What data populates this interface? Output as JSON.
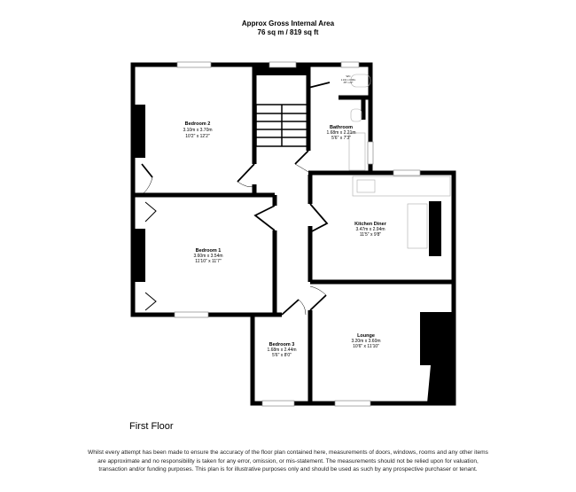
{
  "header": {
    "title": "Approx Gross Internal Area",
    "area": "76 sq m / 819 sq ft"
  },
  "rooms": [
    {
      "name": "Bedroom 2",
      "metric": "3.10m x 3.70m",
      "imperial": "10'2\" x 12'2\""
    },
    {
      "name": "Bathroom",
      "metric": "1.68m x 2.21m",
      "imperial": "5'6\" x 7'3\""
    },
    {
      "name": "WC",
      "metric": "1.13m x 0.66m",
      "imperial": "3'8\" x 2'2\""
    },
    {
      "name": "Kitchen Diner",
      "metric": "3.47m x 2.94m",
      "imperial": "11'5\" x 9'8\""
    },
    {
      "name": "Bedroom 1",
      "metric": "3.60m x 3.54m",
      "imperial": "11'10\" x 11'7\""
    },
    {
      "name": "Bedroom 3",
      "metric": "1.68m x 2.44m",
      "imperial": "5'6\" x 8'0\""
    },
    {
      "name": "Lounge",
      "metric": "3.20m x 3.60m",
      "imperial": "10'6\" x 11'10\""
    }
  ],
  "floor_label": "First Floor",
  "disclaimer": "Whilst every attempt has been made to ensure the accuracy of the floor plan contained here, measurements of doors, windows, rooms and any other items are approximate and no responsibility is taken for any error, omission, or mis-statement. The measurements should not be relied upon for valuation, transaction and/or funding purposes. This plan is for illustrative purposes only and should be used as such by any prospective purchaser or tenant."
}
